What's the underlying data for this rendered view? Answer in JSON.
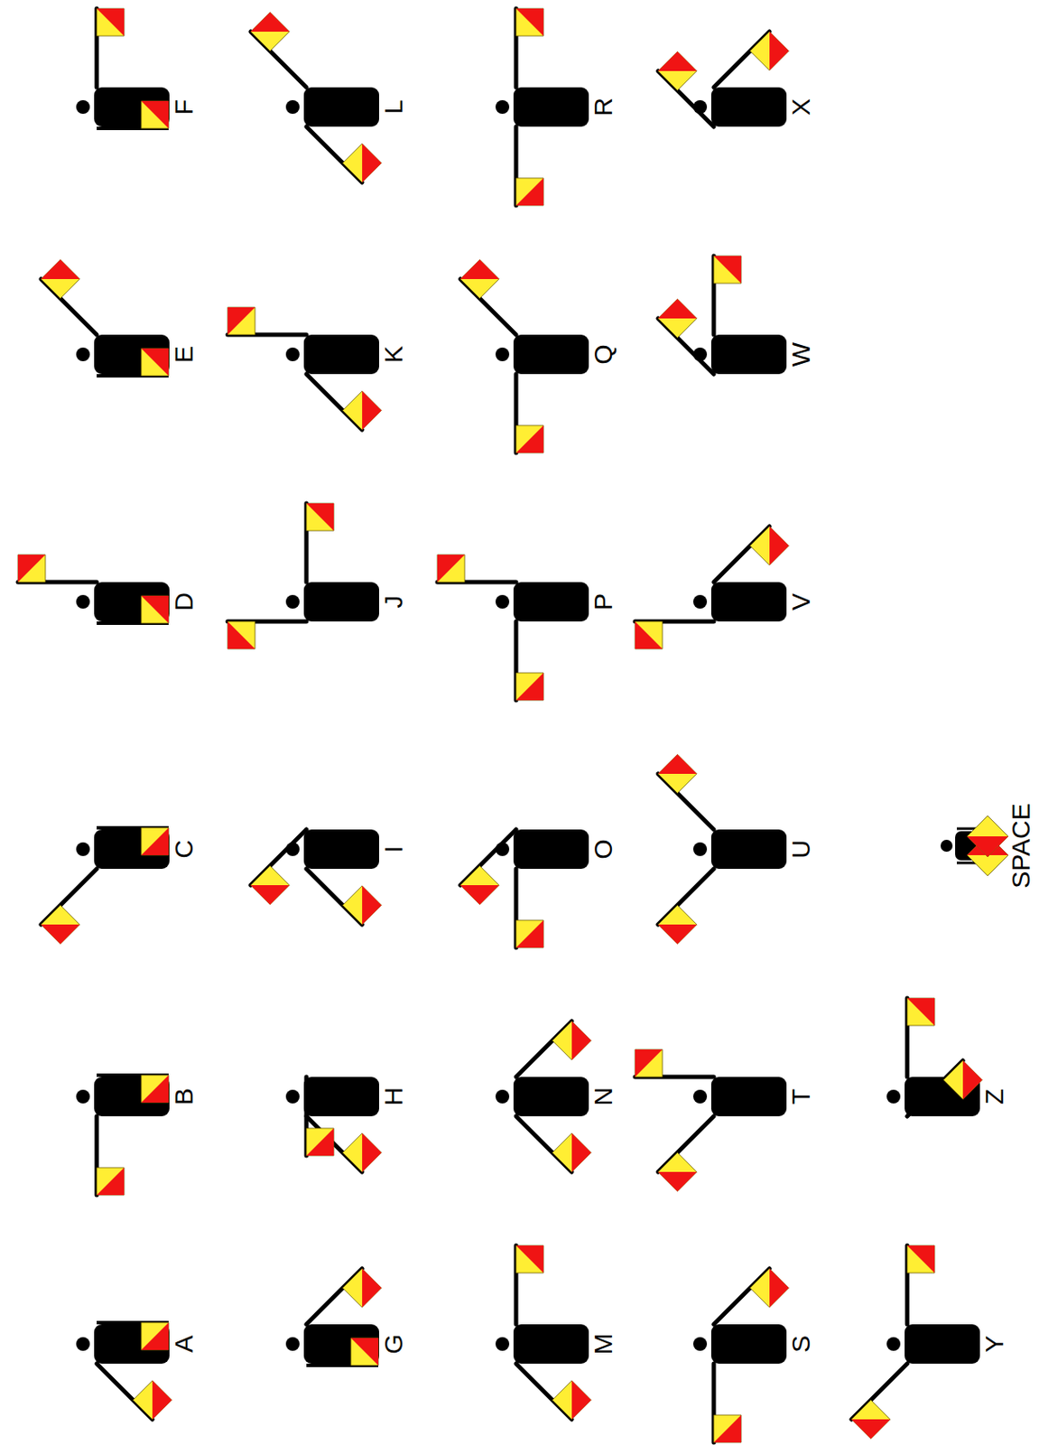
{
  "diagram": {
    "labels": [
      "A",
      "B",
      "C",
      "D",
      "E",
      "F",
      "G",
      "H",
      "I",
      "J",
      "K",
      "L",
      "M",
      "N",
      "O",
      "P",
      "Q",
      "R",
      "S",
      "T",
      "U",
      "V",
      "W",
      "X",
      "Y",
      "Z",
      "SPACE"
    ]
  }
}
